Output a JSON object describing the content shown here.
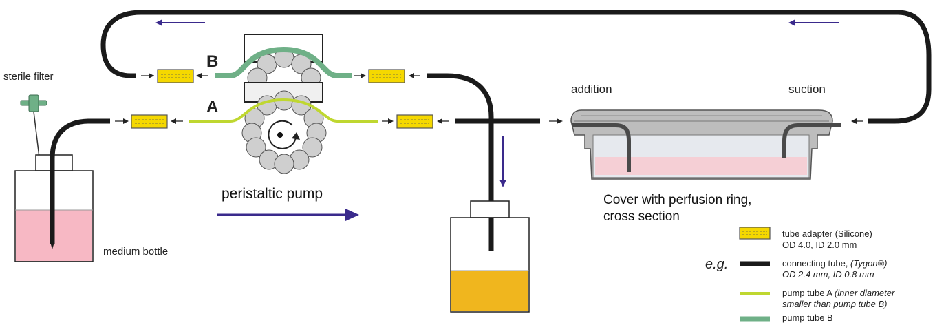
{
  "labels": {
    "sterile_filter": "sterile filter",
    "medium_bottle": "medium bottle",
    "peristaltic_pump": "peristaltic pump",
    "pump_a": "A",
    "pump_b": "B",
    "addition": "addition",
    "suction": "suction",
    "cover_line1": "Cover with perfusion ring,",
    "cover_line2": "cross section"
  },
  "legend": {
    "eg": "e.g.",
    "adapter_line1": "tube adapter (Silicone)",
    "adapter_line2": "OD 4.0, ID 2.0 mm",
    "connecting_line1": "connecting tube, ",
    "connecting_line1_italic": "(Tygon®)",
    "connecting_line2": "OD 2.4 mm, ID 0.8 mm",
    "pump_a_line1": "pump tube A ",
    "pump_a_line1_italic": "(inner diameter",
    "pump_a_line2": "smaller than pump tube B)",
    "pump_b_line1": "pump tube B"
  },
  "colors": {
    "connecting_tube": "#1a1a1a",
    "pump_tube_a": "#bfd730",
    "pump_tube_b": "#6fb087",
    "adapter_fill": "#f5d800",
    "adapter_border": "#555555",
    "flow_arrow": "#3a2a8c",
    "medium": "#f7b8c4",
    "waste": "#f0b61e",
    "roller": "#cfcfcf"
  }
}
